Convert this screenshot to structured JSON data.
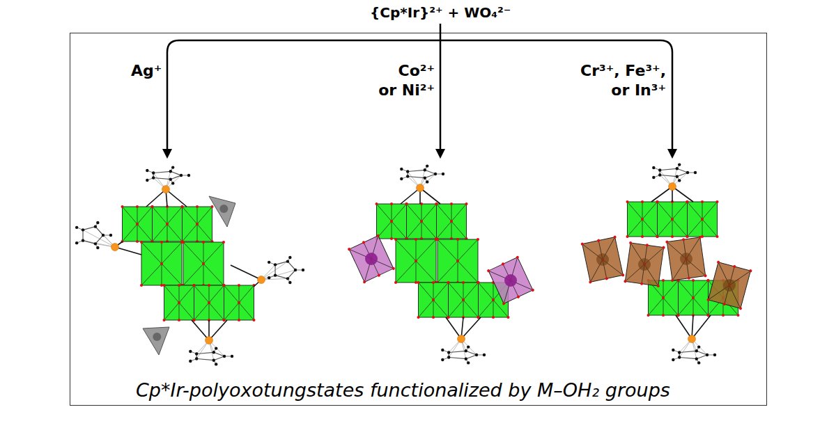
{
  "diagram": {
    "caption": "Cp*Ir-polyoxotungstates functionalized by M–OH₂ groups",
    "labels": [
      "{Cp*Ir}²⁺ + WO₄²⁻",
      "Ag⁺",
      "Co²⁺ or Ni²⁺",
      "Cr³⁺, Fe³⁺, or In³⁺"
    ]
  }
}
